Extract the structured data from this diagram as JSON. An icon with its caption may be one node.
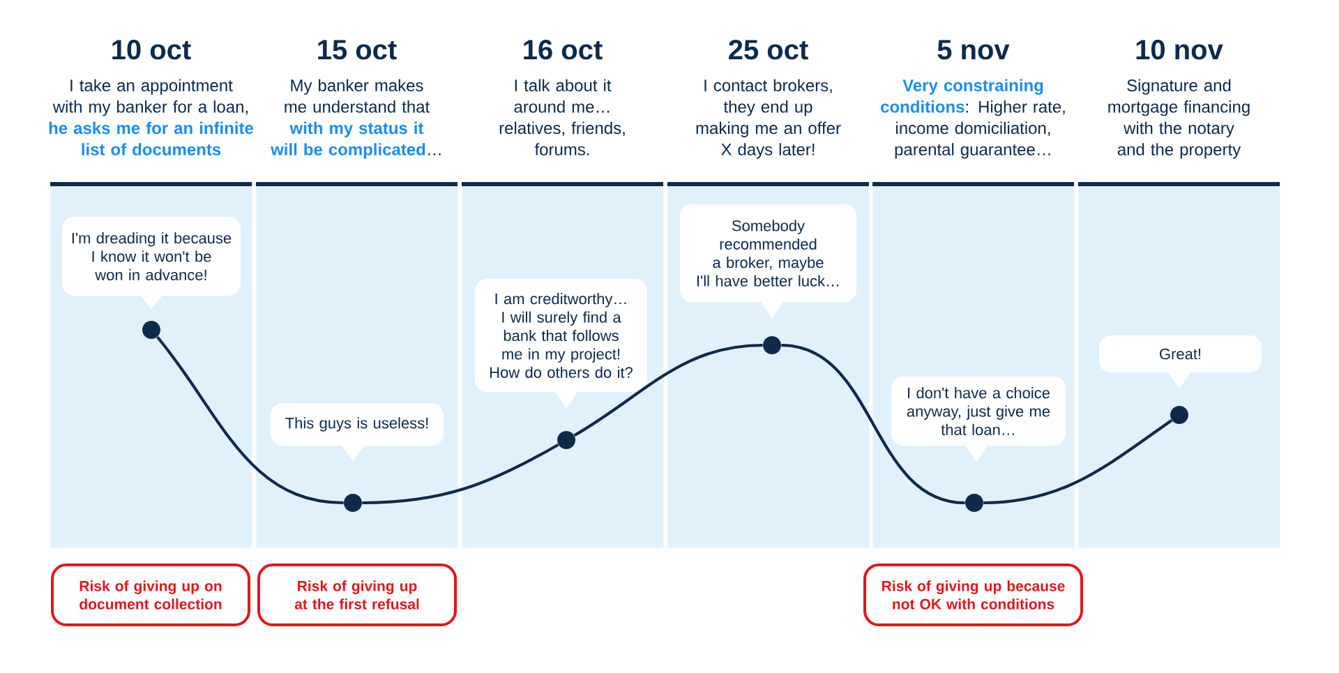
{
  "diagram": {
    "nodes": [
      {
        "text": [
          "10 oct",
          "I take an appointment with my banker for a loan, **he asks me for an infinite list of documents**"
        ]
      },
      {
        "text": [
          "I'm dreading it because I know it won't be won in advance!"
        ],
        "in": 0
      },
      {
        "text": [],
        "shape": "circle",
        "in": 0
      },
      {
        "text": [
          "15 oct",
          "My banker makes me understand that **with my status it will be complicated**…"
        ]
      },
      {
        "text": [
          "This guys is useless!"
        ],
        "in": 3
      },
      {
        "text": [],
        "shape": "circle",
        "in": 3
      },
      {
        "text": [
          "16 oct",
          "I talk about it around me… relatives, friends, forums."
        ]
      },
      {
        "text": [
          "I am creditworthy… I will surely find a bank that follows me in my project! How do others do it?"
        ],
        "in": 6
      },
      {
        "text": [],
        "shape": "circle",
        "in": 6
      },
      {
        "text": [
          "25 oct",
          "I contact brokers, they end up making me an offer X days later!"
        ]
      },
      {
        "text": [
          "Somebody recommended a broker, maybe I'll have better luck…"
        ],
        "in": 9
      },
      {
        "text": [],
        "shape": "circle",
        "in": 9
      },
      {
        "text": [
          "5 nov",
          "**Very constraining conditions**: Higher rate, income domiciliation, parental guarantee…"
        ]
      },
      {
        "text": [
          "I don't have a choice anyway, just give me that loan…"
        ],
        "in": 12
      },
      {
        "text": [],
        "shape": "circle",
        "in": 12
      },
      {
        "text": [
          "10 nov",
          "Signature and mortgage financing with the notary and the property"
        ]
      },
      {
        "text": [
          "Great!"
        ],
        "in": 15
      },
      {
        "text": [],
        "shape": "circle",
        "in": 15
      },
      {
        "text": [
          "Risk of giving up on document collection"
        ]
      },
      {
        "text": [
          "Risk of giving up at the first refusal"
        ]
      },
      {
        "text": [
          "Risk of giving up because not OK with conditions"
        ]
      }
    ],
    "edges": [
      {
        "from": 2,
        "to": 5,
        "arrow": "none"
      },
      {
        "from": 5,
        "to": 8,
        "arrow": "none"
      },
      {
        "from": 8,
        "to": 11,
        "arrow": "none"
      },
      {
        "from": 11,
        "to": 14,
        "arrow": "none"
      },
      {
        "from": 14,
        "to": 17,
        "arrow": "none"
      }
    ]
  }
}
